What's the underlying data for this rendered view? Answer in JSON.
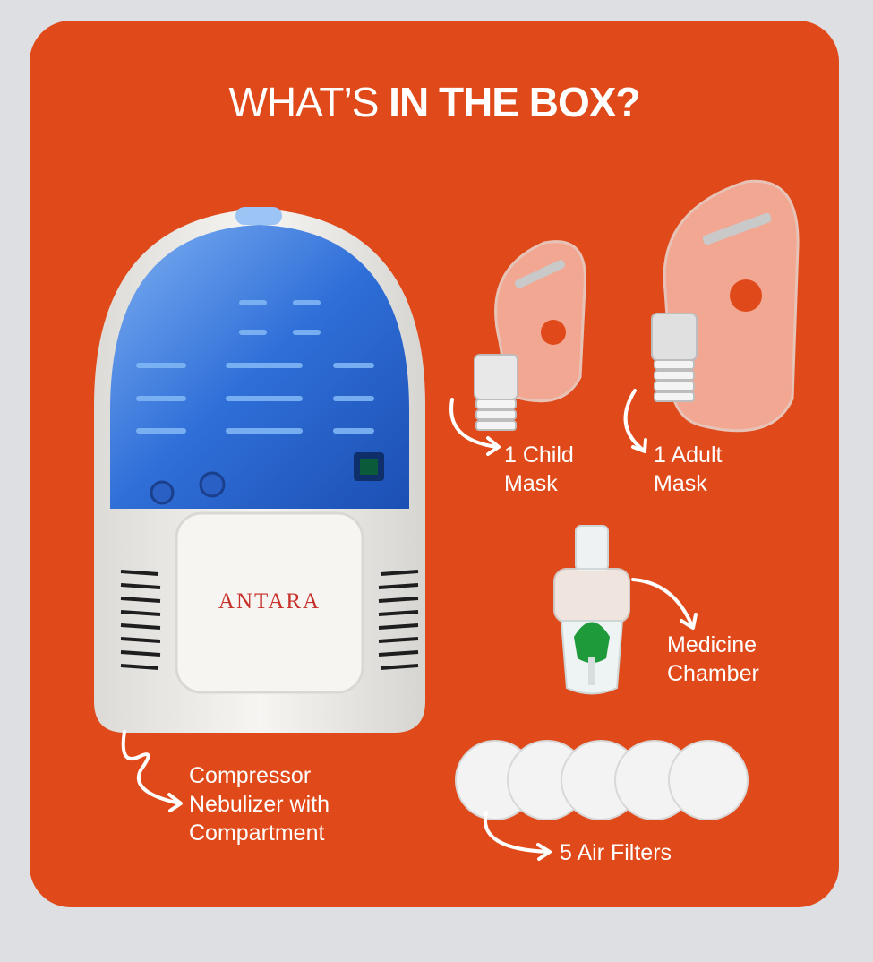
{
  "header": {
    "title_light": "WHAT’S",
    "title_bold": "IN THE BOX?"
  },
  "device": {
    "brand": "ANTARA"
  },
  "items": [
    {
      "line1": "1 Child",
      "line2": "Mask"
    },
    {
      "line1": "1 Adult",
      "line2": "Mask"
    },
    {
      "line1": "Medicine",
      "line2": "Chamber"
    },
    {
      "line1": "Compressor",
      "line2": "Nebulizer with",
      "line3": "Compartment"
    },
    {
      "line1": "5 Air Filters"
    }
  ],
  "colors": {
    "background": "#dedfe3",
    "card": "#e04a1a",
    "text": "#ffffff",
    "device_blue": "#2f6fd8",
    "device_white": "#f2f1ee",
    "brand_red": "#c8302a",
    "chamber_green": "#1e9a3a"
  }
}
